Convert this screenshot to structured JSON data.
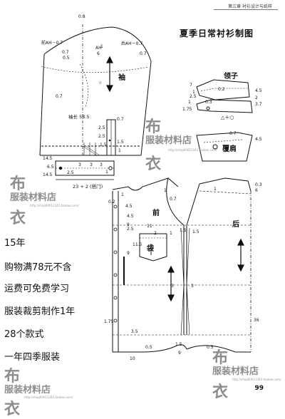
{
  "header": {
    "chapter": "第三章  衬衫设计与纸样"
  },
  "title": "夏季日常衬衫制图",
  "labels": {
    "sleeve": "袖",
    "collar": "领子",
    "yoke": "覆肩",
    "front": "前",
    "back": "后",
    "pocket": "袋",
    "sleeve_length": "袖长 58.5",
    "cuff_width": "23 + 2 (搭门)",
    "front_ah": "前AH－0.7",
    "back_ah": "后AH－0.7",
    "ah_mark": "AH",
    "ah_div": "6",
    "tri_circle": "△＋○"
  },
  "watermarks": {
    "char1": "布",
    "brand": "服装材料店",
    "char2": "衣",
    "url": "http://shop60613343.taobao.com/"
  },
  "promo": [
    "15年",
    "购物满78元不含",
    "运费可免费学习",
    "服装裁剪制作1年",
    "28个款式",
    "一年四季服装"
  ],
  "page_number": "99",
  "measures": {
    "sleeve_top_08": "0.8",
    "sleeve_07_l": "0.7",
    "sleeve_07_r": "0.7",
    "sleeve_05": "0.5",
    "sleeve_1": "1",
    "sleeve_07_mid": "0.7",
    "plk_07": "0.7",
    "plk_25a": "2.5",
    "plk_15": "1.5",
    "plk_25b": "2.5",
    "plk_15b": "1.5",
    "plk_1": "1",
    "cuff_145a": "14.5",
    "cuff_145b": "14.5",
    "cuff_65": "6.5",
    "cuff_25": "2.5",
    "cuff_3a": "3",
    "cuff_3b": "3",
    "cuff_3c": "3",
    "cuff_1": "1",
    "col_7": "7",
    "col_1a": "1",
    "col_02": "0.2",
    "col_45": "4.5",
    "col_2": "2",
    "col_37": "3.7",
    "col_1b": "1",
    "col_25": "2.5",
    "col_175": "1.75",
    "col_03": "0.3",
    "yoke_45": "4.5",
    "yoke_07": "0.7",
    "f_1a": "1",
    "f_02": "0.2",
    "f_45a": "4.5",
    "f_1b": "1",
    "f_07": "0.7",
    "f_45b": "4.5",
    "f_25": "2.5",
    "f_9a": "9",
    "f_11": "11",
    "f_1c": "1",
    "f_2": "2",
    "f_15": "1.5",
    "f_115": "11.5",
    "f_9b": "9",
    "f_3a": "3",
    "f_175": "1.75",
    "f_35": "3.5",
    "f_05": "0.5",
    "f_10": "10",
    "f_15b": "1.5",
    "f_9c": "9",
    "b_03": "0.3",
    "b_6": "6",
    "b_1": "1",
    "b_15": "1.5",
    "b_3": "3",
    "b_36": "36",
    "b_05": "0.5"
  }
}
